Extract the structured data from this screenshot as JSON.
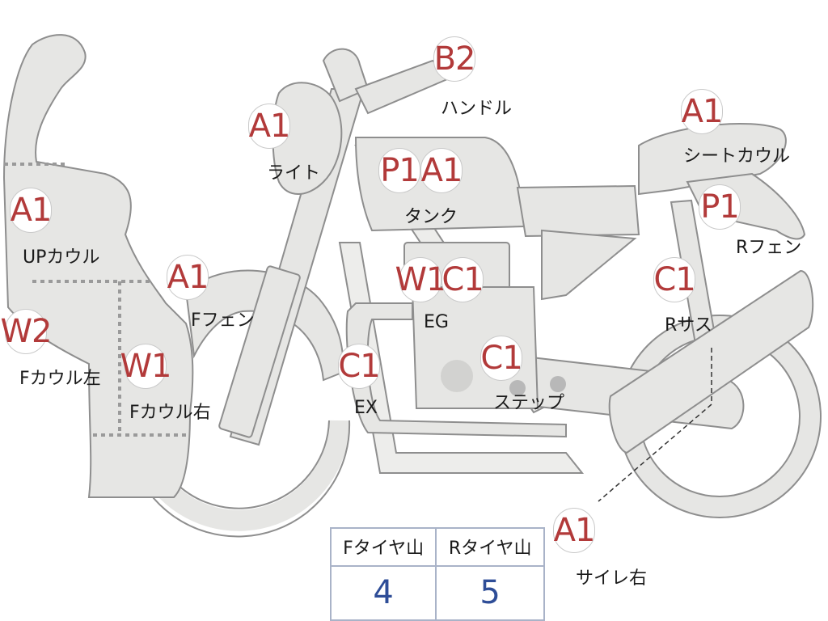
{
  "parts": [
    {
      "id": "b2-handle",
      "codes": [
        "B2"
      ],
      "label": "ハンドル"
    },
    {
      "id": "a1-light",
      "codes": [
        "A1"
      ],
      "label": "ライト"
    },
    {
      "id": "p1a1-tank",
      "codes": [
        "P1",
        "A1"
      ],
      "label": "タンク"
    },
    {
      "id": "a1-seat-cowl",
      "codes": [
        "A1"
      ],
      "label": "シートカウル"
    },
    {
      "id": "p1-r-fender",
      "codes": [
        "P1"
      ],
      "label": "Rフェン"
    },
    {
      "id": "a1-up-cowl",
      "codes": [
        "A1"
      ],
      "label": "UPカウル"
    },
    {
      "id": "a1-f-fender",
      "codes": [
        "A1"
      ],
      "label": "Fフェン"
    },
    {
      "id": "w1c1-engine",
      "codes": [
        "W1",
        "C1"
      ],
      "label": "EG"
    },
    {
      "id": "c1-r-suspension",
      "codes": [
        "C1"
      ],
      "label": "Rサス"
    },
    {
      "id": "w2-f-cowl-left",
      "codes": [
        "W2"
      ],
      "label": "Fカウル左"
    },
    {
      "id": "w1-f-cowl-right",
      "codes": [
        "W1"
      ],
      "label": "Fカウル右"
    },
    {
      "id": "c1-exhaust",
      "codes": [
        "C1"
      ],
      "label": "EX"
    },
    {
      "id": "c1-step",
      "codes": [
        "C1"
      ],
      "label": "ステップ"
    },
    {
      "id": "a1-silencer-right",
      "codes": [
        "A1"
      ],
      "label": "サイレ右"
    }
  ],
  "tread_table": {
    "headers": [
      "Fタイヤ山",
      "Rタイヤ山"
    ],
    "values": [
      "4",
      "5"
    ]
  },
  "colors": {
    "code_text": "#b23a3a",
    "value_text": "#2e4d97",
    "part_fill": "#e6e6e4",
    "part_outline": "#8e8e8e"
  }
}
